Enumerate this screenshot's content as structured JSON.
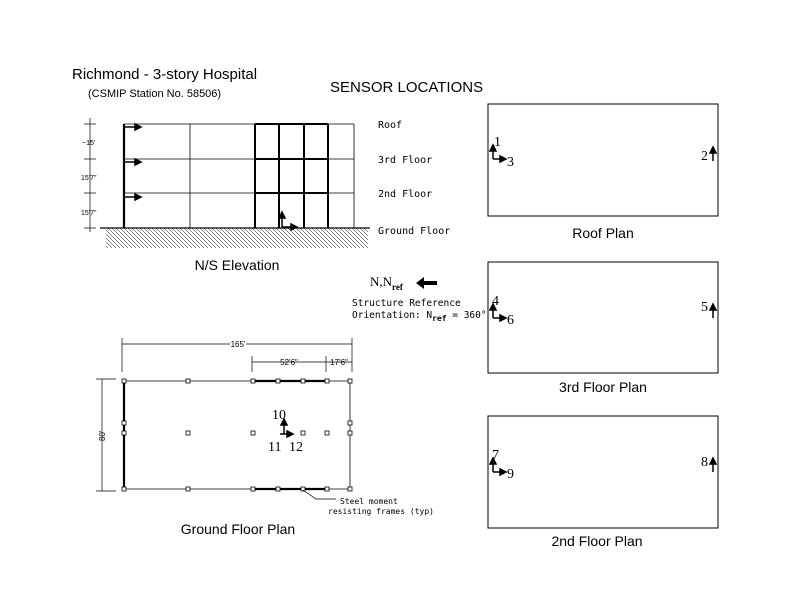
{
  "header": {
    "title": "Richmond - 3-story Hospital",
    "subtitle": "(CSMIP Station No. 58506)",
    "heading": "SENSOR LOCATIONS"
  },
  "elevation": {
    "caption": "N/S Elevation",
    "floors": [
      "Roof",
      "3rd Floor",
      "2nd Floor",
      "Ground Floor"
    ],
    "dims": [
      "~15'",
      "15'7\"",
      "15'7\""
    ]
  },
  "reference": {
    "north": "N,N",
    "north_sub": "ref",
    "line1": "Structure Reference",
    "line2_prefix": "Orientation: N",
    "line2_sub": "ref",
    "line2_suffix": " = 360°"
  },
  "ground_plan": {
    "caption": "Ground Floor Plan",
    "dim_total": "165'",
    "dim_a": "52'6\"",
    "dim_b": "17'6\"",
    "dim_depth": "80'",
    "note1": "Steel moment",
    "note2": "resisting frames (typ)",
    "sensors": [
      "10",
      "11",
      "12"
    ]
  },
  "roof_plan": {
    "caption": "Roof Plan",
    "sensors": [
      "1",
      "3",
      "2"
    ]
  },
  "third_plan": {
    "caption": "3rd Floor Plan",
    "sensors": [
      "4",
      "6",
      "5"
    ]
  },
  "second_plan": {
    "caption": "2nd Floor Plan",
    "sensors": [
      "7",
      "9",
      "8"
    ]
  }
}
